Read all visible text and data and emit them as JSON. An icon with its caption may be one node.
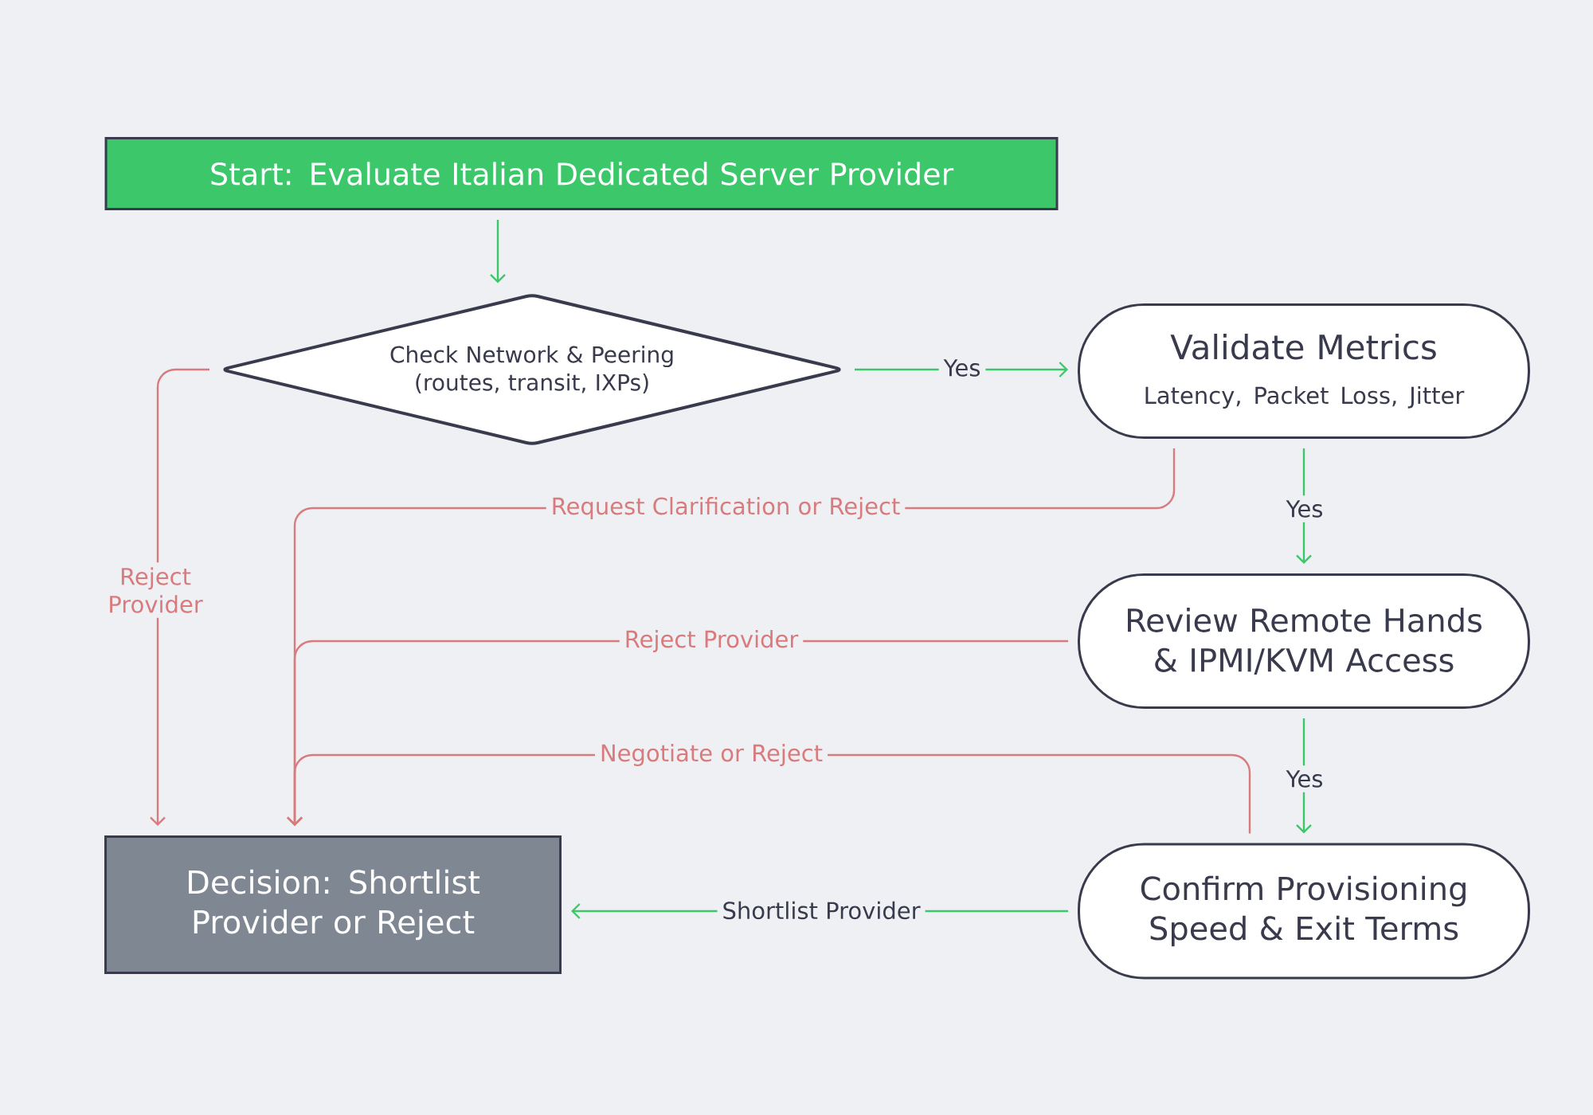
{
  "diagram": {
    "nodes": [
      {
        "text": [
          "Start: Evaluate Italian Dedicated Server Provider"
        ]
      },
      {
        "text": [
          "Check Network & Peering (routes, transit, IXPs)"
        ]
      },
      {
        "text": [
          "Validate Metrics",
          "Latency, Packet Loss, Jitter"
        ]
      },
      {
        "text": [
          "Review Remote Hands & IPMI/KVM Access"
        ]
      },
      {
        "text": [
          "Confirm Provisioning Speed & Exit Terms"
        ]
      },
      {
        "text": [
          "Decision: Shortlist Provider or Reject"
        ]
      }
    ],
    "edges": [
      {
        "from": 0,
        "to": 1,
        "arrow": "to"
      },
      {
        "from": 1,
        "to": 2,
        "arrow": "to",
        "label": "Yes"
      },
      {
        "from": 2,
        "to": 3,
        "arrow": "to",
        "label": "Yes"
      },
      {
        "from": 3,
        "to": 4,
        "arrow": "to",
        "label": "Yes"
      },
      {
        "from": 4,
        "to": 5,
        "arrow": "to",
        "label": "Shortlist Provider"
      },
      {
        "from": 1,
        "to": 5,
        "arrow": "to",
        "label": "Reject Provider",
        "color": "#d97b7d"
      },
      {
        "from": 2,
        "to": 5,
        "arrow": "to",
        "label": "Request Clarification or Reject",
        "color": "#d97b7d"
      },
      {
        "from": 3,
        "to": 5,
        "arrow": "to",
        "label": "Reject Provider",
        "color": "#d97b7d"
      },
      {
        "from": 4,
        "to": 5,
        "arrow": "to",
        "label": "Negotiate or Reject",
        "color": "#d97b7d"
      }
    ]
  }
}
